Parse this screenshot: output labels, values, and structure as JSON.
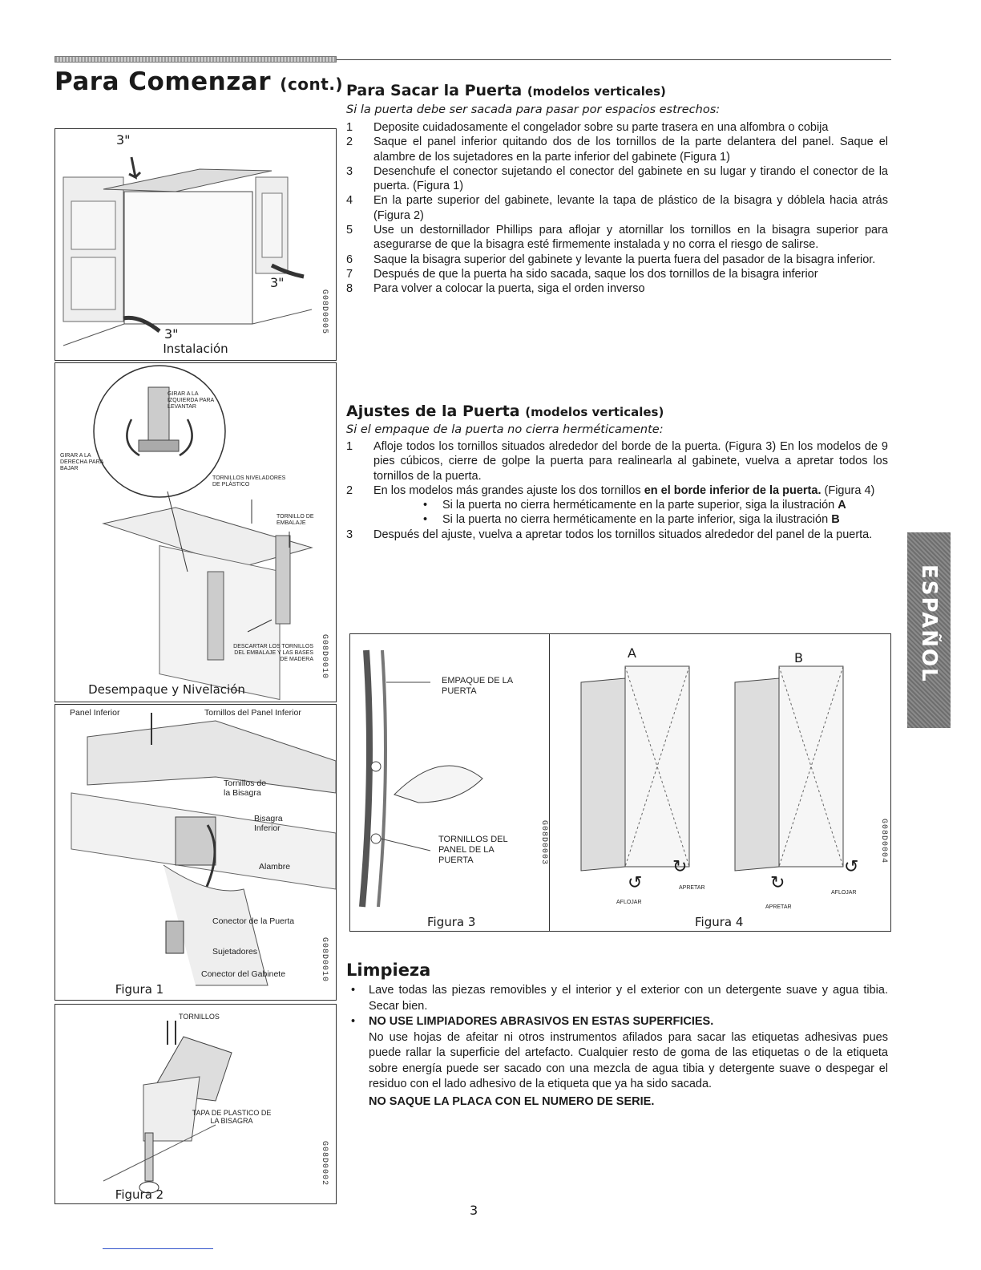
{
  "header": {
    "title": "Para Comenzar",
    "title_suffix": "(cont.)"
  },
  "panels": {
    "instalacion": {
      "caption": "Instalación",
      "code": "G08D0005",
      "dim_top": "3\"",
      "dim_right": "3\"",
      "dim_left": "3\""
    },
    "desempaque": {
      "caption": "Desempaque y Nivelación",
      "code": "G08D0010",
      "lbl_left_turn": "GIRAR A LA IZQUIERDA PARA LEVANTAR",
      "lbl_right_turn": "GIRAR A LA DERECHA PARA BAJAR",
      "lbl_leveling": "TORNILLOS NIVELADORES DE PLÁSTICO",
      "lbl_packing_screw": "TORNILLO DE EMBALAJE",
      "lbl_discard": "DESCARTAR LOS TORNILLOS DEL EMBALAJE Y LAS BASES DE MADERA"
    },
    "figura1": {
      "caption": "Figura 1",
      "code": "G08D0010",
      "lbl_panel": "Panel Inferior",
      "lbl_panel_screws": "Tornillos del Panel Inferior",
      "lbl_hinge_screws": "Tornillos de la Bisagra",
      "lbl_hinge": "Bisagra Inferior",
      "lbl_wire": "Alambre",
      "lbl_door_conn": "Conector de la Puerta",
      "lbl_clips": "Sujetadores",
      "lbl_cab_conn": "Conector del Gabinete"
    },
    "figura2": {
      "caption": "Figura 2",
      "code": "G08D0002",
      "lbl_screws": "TORNILLOS",
      "lbl_cap": "TAPA DE PLASTICO DE LA BISAGRA"
    },
    "figura3": {
      "caption": "Figura 3",
      "code": "G08D0003",
      "lbl_gasket": "EMPAQUE DE LA PUERTA",
      "lbl_screws": "TORNILLOS DEL PANEL DE LA PUERTA"
    },
    "figura4": {
      "caption": "Figura 4",
      "code": "G08D0004",
      "label_a": "A",
      "label_b": "B",
      "apretar": "APRETAR",
      "aflojar": "AFLOJAR"
    }
  },
  "section_remove": {
    "title": "Para Sacar la Puerta",
    "title_suffix": "(modelos verticales)",
    "intro": "Si la puerta debe ser sacada para pasar por espacios estrechos:",
    "steps": [
      {
        "n": "1",
        "text": "Deposite cuidadosamente el congelador sobre su parte trasera en una alfombra o cobija"
      },
      {
        "n": "2",
        "text": "Saque el panel inferior quitando dos de los tornillos de la parte delantera del panel. Saque el alambre de los sujetadores en la parte inferior del gabinete (Figura 1)"
      },
      {
        "n": "3",
        "text": "Desenchufe el conector sujetando el conector del gabinete en su lugar y tirando el conector de la puerta. (Figura 1)"
      },
      {
        "n": "4",
        "text": "En la parte superior del gabinete, levante la tapa de plástico de la bisagra y dóblela hacia atrás (Figura 2)"
      },
      {
        "n": "5",
        "text": "Use un destornillador Phillips para aflojar y atornillar los tornillos en la bisagra superior para asegurarse de que la bisagra esté firmemente instalada y no corra el riesgo de salirse."
      },
      {
        "n": "6",
        "text": "Saque la bisagra superior del gabinete y levante la puerta fuera del pasador de la bisagra inferior."
      },
      {
        "n": "7",
        "text": "Después de que la puerta ha sido sacada, saque los dos tornillos de la bisagra inferior"
      },
      {
        "n": "8",
        "text": "Para volver a colocar la puerta, siga el orden inverso"
      }
    ]
  },
  "section_adjust": {
    "title": "Ajustes de la Puerta",
    "title_suffix": "(modelos verticales)",
    "intro": "Si el empaque de la puerta no cierra herméticamente:",
    "step1_n": "1",
    "step1": "Afloje todos los tornillos situados alrededor del borde de la puerta. (Figura 3) En los modelos de 9 pies cúbicos, cierre de golpe la puerta para realinearla al gabinete, vuelva a apretar todos los tornillos de la puerta.",
    "step2_n": "2",
    "step2_a": "En los modelos más grandes ajuste los dos tornillos",
    "step2_bold": "en el borde inferior de la puerta.",
    "step2_b": "(Figura 4)",
    "bullet1_text": "Si la puerta no cierra herméticamente en la parte superior, siga la ilustración",
    "bullet1_bold": "A",
    "bullet2_text": "Si la puerta no cierra herméticamente en la parte inferior, siga la ilustración",
    "bullet2_bold": "B",
    "step3_n": "3",
    "step3": "Después del ajuste, vuelva a apretar todos los tornillos situados alrededor del panel de la puerta."
  },
  "section_clean": {
    "title": "Limpieza",
    "item1": "Lave todas las piezas removibles y el interior y el exterior con un detergente suave y agua tibia. Secar bien.",
    "item2_bold": "NO USE LIMPIADORES ABRASIVOS EN ESTAS SUPERFICIES.",
    "item2_text": "No use hojas de afeitar ni otros instrumentos afilados para sacar las etiquetas adhesivas pues puede rallar la superficie del artefacto. Cualquier resto de goma de las etiquetas o de la etiqueta sobre energía puede ser sacado con una mezcla de agua tibia y detergente suave o despegar el residuo con el lado adhesivo de la etiqueta que ya ha sido sacada.",
    "warning": "NO SAQUE LA PLACA CON EL NUMERO DE SERIE."
  },
  "side_tab": "ESPAÑOL",
  "page_number": "3"
}
